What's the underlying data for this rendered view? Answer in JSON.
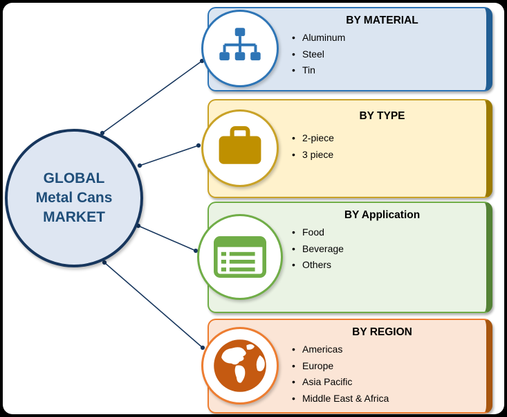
{
  "center": {
    "lines": [
      "GLOBAL",
      "Metal Cans",
      "MARKET"
    ],
    "fill": "#dee6f2",
    "border_color": "#17365d",
    "text_color": "#1f4e79"
  },
  "panels": [
    {
      "title": "BY MATERIAL",
      "items": [
        "Aluminum",
        "Steel",
        "Tin"
      ],
      "icon": "hierarchy-icon",
      "fill": "#dbe5f1",
      "border_color": "#2e75b6",
      "accent_color": "#215e94",
      "icon_color": "#2e75b6"
    },
    {
      "title": "BY TYPE",
      "items": [
        "2-piece",
        "3 piece"
      ],
      "icon": "briefcase-icon",
      "fill": "#fff2cc",
      "border_color": "#c9a227",
      "accent_color": "#9c7a00",
      "icon_color": "#bf9000"
    },
    {
      "title": "BY Application",
      "items": [
        "Food",
        "Beverage",
        "Others"
      ],
      "icon": "list-card-icon",
      "fill": "#eaf3e4",
      "border_color": "#70ad47",
      "accent_color": "#548235",
      "icon_color": "#70ad47"
    },
    {
      "title": "BY REGION",
      "items": [
        "Americas",
        "Europe",
        "Asia Pacific",
        "Middle East & Africa"
      ],
      "icon": "globe-icon",
      "fill": "#fbe5d6",
      "border_color": "#ed7d31",
      "accent_color": "#a8560f",
      "icon_color": "#c55a11"
    }
  ],
  "connector_color": "#17365d"
}
